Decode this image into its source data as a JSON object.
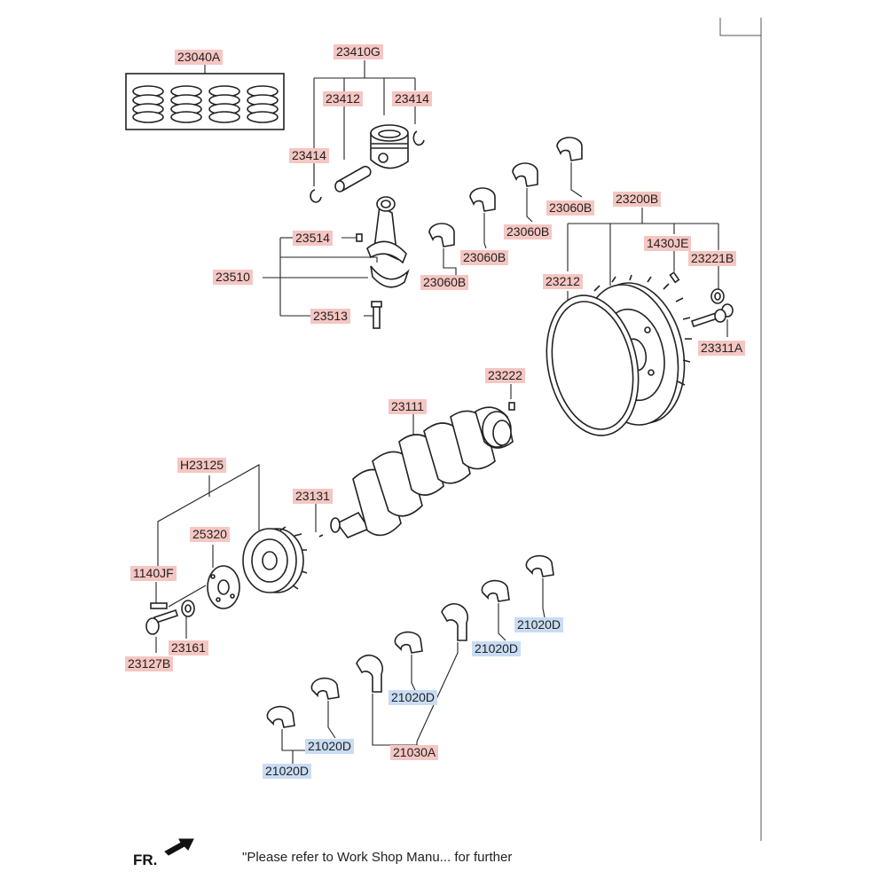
{
  "labels": {
    "l23040A": "23040A",
    "l23410G": "23410G",
    "l23412": "23412",
    "l23414a": "23414",
    "l23414b": "23414",
    "l23514": "23514",
    "l23510": "23510",
    "l23513": "23513",
    "l23060B_1": "23060B",
    "l23060B_2": "23060B",
    "l23060B_3": "23060B",
    "l23060B_4": "23060B",
    "l23200B": "23200B",
    "l1430JE": "1430JE",
    "l23221B": "23221B",
    "l23212": "23212",
    "l23311A": "23311A",
    "l23222": "23222",
    "l23111": "23111",
    "lH23125": "H23125",
    "l23131": "23131",
    "l25320": "25320",
    "l1140JF": "1140JF",
    "l23161": "23161",
    "l23127B": "23127B",
    "l21020D_1": "21020D",
    "l21020D_2": "21020D",
    "l21020D_3": "21020D",
    "l21020D_4": "21020D",
    "l21020D_5": "21020D",
    "l21030A": "21030A"
  },
  "footer": {
    "fr": "FR.",
    "note": "\"Please refer to Work Shop Manu... for further"
  },
  "colors": {
    "part_label_bg": "#f5c6c2",
    "highlight_label_bg": "#c9dcf3",
    "line": "#222222"
  },
  "icons": {
    "direction_arrow": "front-arrow-icon"
  }
}
